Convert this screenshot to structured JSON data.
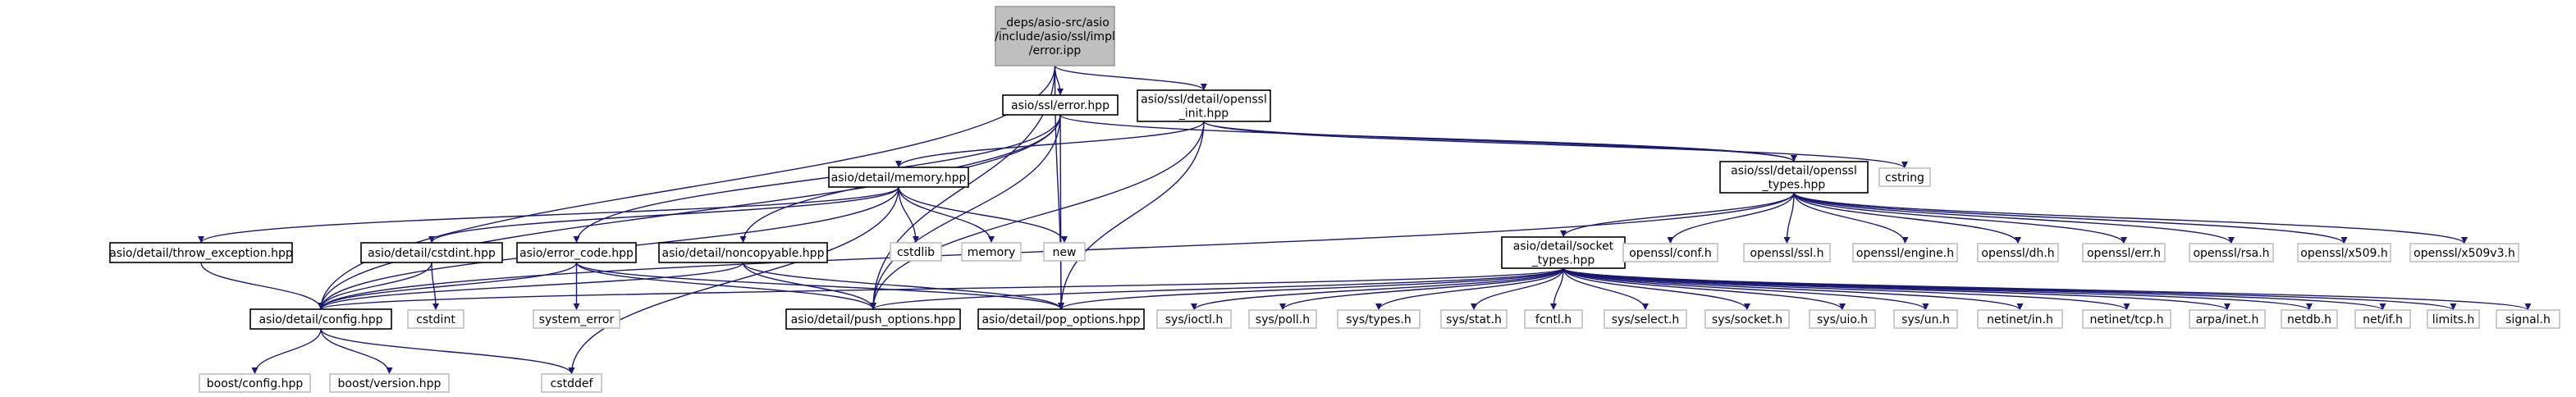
{
  "diagram": {
    "nodes": [
      {
        "id": "root",
        "lines": [
          "_deps/asio-src/asio",
          "/include/asio/ssl/impl",
          "/error.ipp"
        ],
        "style": "root"
      },
      {
        "id": "ssl_error",
        "lines": [
          "asio/ssl/error.hpp"
        ],
        "style": "documented"
      },
      {
        "id": "openssl_init",
        "lines": [
          "asio/ssl/detail/openssl",
          "_init.hpp"
        ],
        "style": "documented"
      },
      {
        "id": "memory",
        "lines": [
          "asio/detail/memory.hpp"
        ],
        "style": "documented"
      },
      {
        "id": "openssl_types",
        "lines": [
          "asio/ssl/detail/openssl",
          "_types.hpp"
        ],
        "style": "documented"
      },
      {
        "id": "cstring",
        "lines": [
          "cstring"
        ],
        "style": "external"
      },
      {
        "id": "throw_exception",
        "lines": [
          "asio/detail/throw_exception.hpp"
        ],
        "style": "documented"
      },
      {
        "id": "cstdint_hpp",
        "lines": [
          "asio/detail/cstdint.hpp"
        ],
        "style": "documented"
      },
      {
        "id": "error_code",
        "lines": [
          "asio/error_code.hpp"
        ],
        "style": "documented"
      },
      {
        "id": "noncopyable",
        "lines": [
          "asio/detail/noncopyable.hpp"
        ],
        "style": "documented"
      },
      {
        "id": "cstdlib",
        "lines": [
          "cstdlib"
        ],
        "style": "external"
      },
      {
        "id": "memory_std",
        "lines": [
          "memory"
        ],
        "style": "external"
      },
      {
        "id": "new",
        "lines": [
          "new"
        ],
        "style": "external"
      },
      {
        "id": "socket_types",
        "lines": [
          "asio/detail/socket",
          "_types.hpp"
        ],
        "style": "documented"
      },
      {
        "id": "conf_h",
        "lines": [
          "openssl/conf.h"
        ],
        "style": "external"
      },
      {
        "id": "ssl_h",
        "lines": [
          "openssl/ssl.h"
        ],
        "style": "external"
      },
      {
        "id": "engine_h",
        "lines": [
          "openssl/engine.h"
        ],
        "style": "external"
      },
      {
        "id": "dh_h",
        "lines": [
          "openssl/dh.h"
        ],
        "style": "external"
      },
      {
        "id": "err_h",
        "lines": [
          "openssl/err.h"
        ],
        "style": "external"
      },
      {
        "id": "rsa_h",
        "lines": [
          "openssl/rsa.h"
        ],
        "style": "external"
      },
      {
        "id": "x509_h",
        "lines": [
          "openssl/x509.h"
        ],
        "style": "external"
      },
      {
        "id": "x509v3_h",
        "lines": [
          "openssl/x509v3.h"
        ],
        "style": "external"
      },
      {
        "id": "config",
        "lines": [
          "asio/detail/config.hpp"
        ],
        "style": "documented"
      },
      {
        "id": "cstdint",
        "lines": [
          "cstdint"
        ],
        "style": "external"
      },
      {
        "id": "system_error",
        "lines": [
          "system_error"
        ],
        "style": "external"
      },
      {
        "id": "push_options",
        "lines": [
          "asio/detail/push_options.hpp"
        ],
        "style": "documented"
      },
      {
        "id": "pop_options",
        "lines": [
          "asio/detail/pop_options.hpp"
        ],
        "style": "documented"
      },
      {
        "id": "ioctl_h",
        "lines": [
          "sys/ioctl.h"
        ],
        "style": "external"
      },
      {
        "id": "poll_h",
        "lines": [
          "sys/poll.h"
        ],
        "style": "external"
      },
      {
        "id": "types_h",
        "lines": [
          "sys/types.h"
        ],
        "style": "external"
      },
      {
        "id": "stat_h",
        "lines": [
          "sys/stat.h"
        ],
        "style": "external"
      },
      {
        "id": "fcntl_h",
        "lines": [
          "fcntl.h"
        ],
        "style": "external"
      },
      {
        "id": "select_h",
        "lines": [
          "sys/select.h"
        ],
        "style": "external"
      },
      {
        "id": "socket_h",
        "lines": [
          "sys/socket.h"
        ],
        "style": "external"
      },
      {
        "id": "uio_h",
        "lines": [
          "sys/uio.h"
        ],
        "style": "external"
      },
      {
        "id": "un_h",
        "lines": [
          "sys/un.h"
        ],
        "style": "external"
      },
      {
        "id": "in_h",
        "lines": [
          "netinet/in.h"
        ],
        "style": "external"
      },
      {
        "id": "tcp_h",
        "lines": [
          "netinet/tcp.h"
        ],
        "style": "external"
      },
      {
        "id": "inet_h",
        "lines": [
          "arpa/inet.h"
        ],
        "style": "external"
      },
      {
        "id": "netdb_h",
        "lines": [
          "netdb.h"
        ],
        "style": "external"
      },
      {
        "id": "if_h",
        "lines": [
          "net/if.h"
        ],
        "style": "external"
      },
      {
        "id": "limits_h",
        "lines": [
          "limits.h"
        ],
        "style": "external"
      },
      {
        "id": "signal_h",
        "lines": [
          "signal.h"
        ],
        "style": "external"
      },
      {
        "id": "boost_config",
        "lines": [
          "boost/config.hpp"
        ],
        "style": "external"
      },
      {
        "id": "boost_version",
        "lines": [
          "boost/version.hpp"
        ],
        "style": "external"
      },
      {
        "id": "cstddef",
        "lines": [
          "cstddef"
        ],
        "style": "external"
      }
    ],
    "edges": [
      [
        "root",
        "ssl_error"
      ],
      [
        "root",
        "openssl_init"
      ],
      [
        "root",
        "config"
      ],
      [
        "root",
        "push_options"
      ],
      [
        "root",
        "pop_options"
      ],
      [
        "ssl_error",
        "config"
      ],
      [
        "ssl_error",
        "error_code"
      ],
      [
        "ssl_error",
        "openssl_types"
      ],
      [
        "ssl_error",
        "push_options"
      ],
      [
        "ssl_error",
        "pop_options"
      ],
      [
        "ssl_error",
        "noncopyable"
      ],
      [
        "openssl_init",
        "memory"
      ],
      [
        "openssl_init",
        "openssl_types"
      ],
      [
        "openssl_init",
        "cstring"
      ],
      [
        "openssl_init",
        "push_options"
      ],
      [
        "openssl_init",
        "pop_options"
      ],
      [
        "memory",
        "config"
      ],
      [
        "memory",
        "cstdint_hpp"
      ],
      [
        "memory",
        "throw_exception"
      ],
      [
        "memory",
        "cstddef"
      ],
      [
        "memory",
        "cstdlib"
      ],
      [
        "memory",
        "memory_std"
      ],
      [
        "memory",
        "new"
      ],
      [
        "openssl_types",
        "config"
      ],
      [
        "openssl_types",
        "socket_types"
      ],
      [
        "openssl_types",
        "conf_h"
      ],
      [
        "openssl_types",
        "ssl_h"
      ],
      [
        "openssl_types",
        "engine_h"
      ],
      [
        "openssl_types",
        "dh_h"
      ],
      [
        "openssl_types",
        "err_h"
      ],
      [
        "openssl_types",
        "rsa_h"
      ],
      [
        "openssl_types",
        "x509_h"
      ],
      [
        "openssl_types",
        "x509v3_h"
      ],
      [
        "throw_exception",
        "config"
      ],
      [
        "cstdint_hpp",
        "config"
      ],
      [
        "cstdint_hpp",
        "cstdint"
      ],
      [
        "error_code",
        "config"
      ],
      [
        "error_code",
        "system_error"
      ],
      [
        "error_code",
        "push_options"
      ],
      [
        "error_code",
        "pop_options"
      ],
      [
        "noncopyable",
        "config"
      ],
      [
        "noncopyable",
        "push_options"
      ],
      [
        "noncopyable",
        "pop_options"
      ],
      [
        "socket_types",
        "config"
      ],
      [
        "socket_types",
        "push_options"
      ],
      [
        "socket_types",
        "pop_options"
      ],
      [
        "socket_types",
        "ioctl_h"
      ],
      [
        "socket_types",
        "poll_h"
      ],
      [
        "socket_types",
        "types_h"
      ],
      [
        "socket_types",
        "stat_h"
      ],
      [
        "socket_types",
        "fcntl_h"
      ],
      [
        "socket_types",
        "select_h"
      ],
      [
        "socket_types",
        "socket_h"
      ],
      [
        "socket_types",
        "uio_h"
      ],
      [
        "socket_types",
        "un_h"
      ],
      [
        "socket_types",
        "in_h"
      ],
      [
        "socket_types",
        "tcp_h"
      ],
      [
        "socket_types",
        "inet_h"
      ],
      [
        "socket_types",
        "netdb_h"
      ],
      [
        "socket_types",
        "if_h"
      ],
      [
        "socket_types",
        "limits_h"
      ],
      [
        "socket_types",
        "signal_h"
      ],
      [
        "config",
        "boost_config"
      ],
      [
        "config",
        "boost_version"
      ],
      [
        "config",
        "cstddef"
      ]
    ],
    "colors": {
      "edge": "#191970",
      "root_fill": "#bfbfbf",
      "root_border": "#999999",
      "documented_fill": "#ffffff",
      "documented_border": "#000000",
      "external_fill": "#ffffff",
      "external_border": "#bfbfbf"
    }
  }
}
